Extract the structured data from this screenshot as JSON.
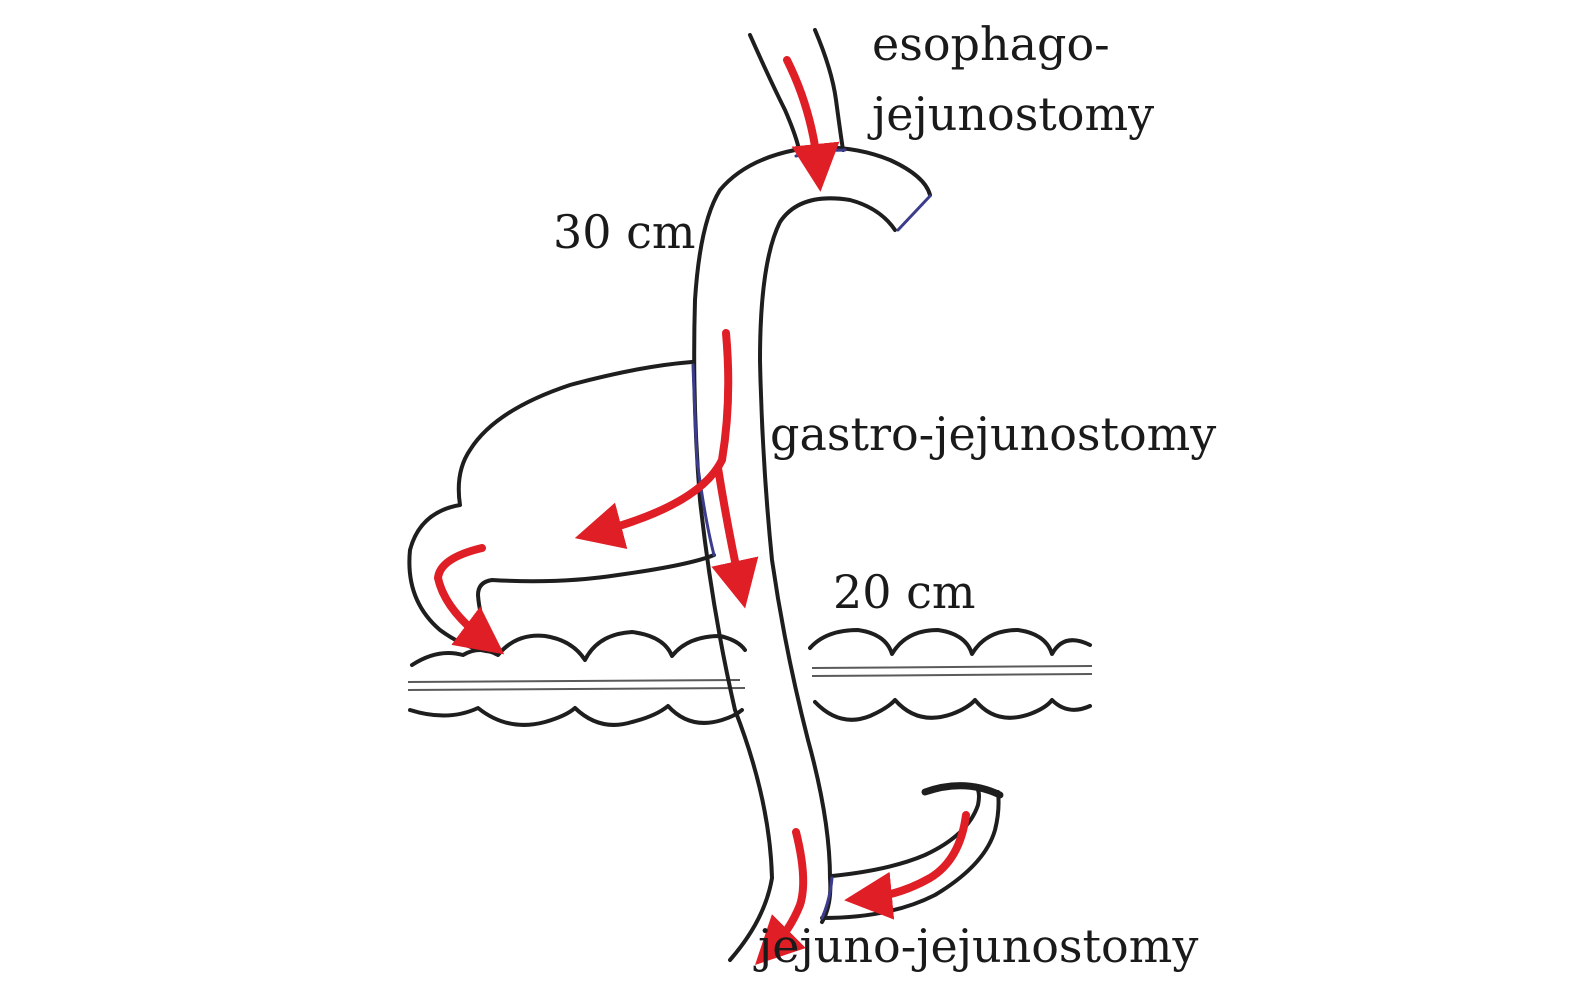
{
  "labels": {
    "esophago_line1": "esophago-",
    "esophago_line2": "jejunostomy",
    "length_upper": "30 cm",
    "gastro": "gastro-jejunostomy",
    "length_lower": "20 cm",
    "jejuno": "jejuno-jejunostomy"
  },
  "colors": {
    "outline": "#1e1e1e",
    "flow_arrow": "#e01e26",
    "anastomosis_seam": "#3b3c8c",
    "background": "#ffffff"
  }
}
